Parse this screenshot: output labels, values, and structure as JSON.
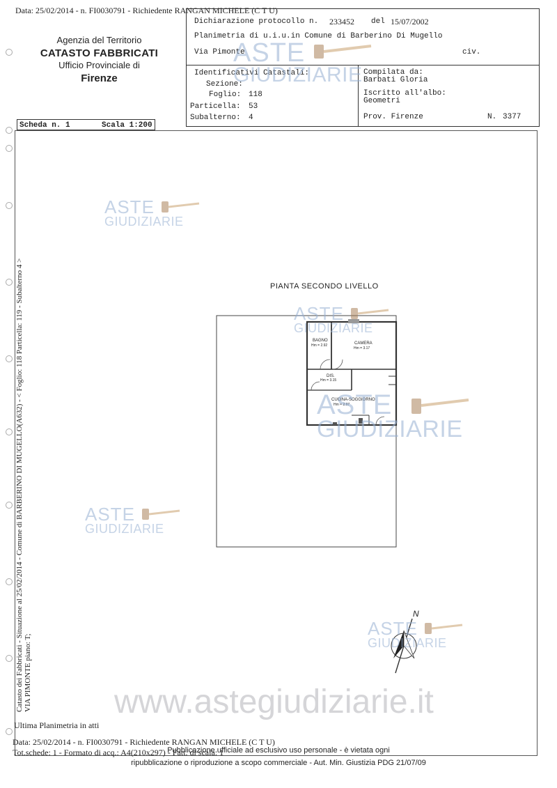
{
  "header_top": "Data: 25/02/2014 - n. FI0030791 - Richiedente RANGAN MICHELE (C T U)",
  "agency": {
    "line1": "Agenzia del Territorio",
    "line2": "CATASTO FABBRICATI",
    "line3": "Ufficio Provinciale di",
    "line4": "Firenze"
  },
  "form": {
    "dichiarazione_label": "Dichiarazione protocollo n.",
    "protocol_number": "233452",
    "del_label": "del",
    "date": "15/07/2002",
    "planimetria_line": "Planimetria di u.i.u.in Comune di Barberino Di Mugello",
    "via": "Via Pimonte",
    "civ_label": "civ.",
    "identificativi_label": "Identificativi Catastali:",
    "sezione_label": "Sezione:",
    "foglio_label": "Foglio:",
    "foglio": "118",
    "particella_label": "Particella:",
    "particella": "53",
    "subalterno_label": "Subalterno:",
    "subalterno": "4",
    "compilata_label": "Compilata da:",
    "compilata_name": "Barbati Gloria",
    "iscritto_label": "Iscritto all'albo:",
    "iscritto_value": "Geometri",
    "prov_label": "Prov. Firenze",
    "n_label": "N.",
    "n_value": "3377"
  },
  "scheda": {
    "label": "Scheda n. 1",
    "scala": "Scala 1:200"
  },
  "side_text_1": "Catasto dei Fabbricati - Situazione al 25/02/2014 - Comune di BARBERINO DI MUGELLO(A632) - < Foglio: 118 Particella: 119 - Subalterno 4 >",
  "side_text_2": "VIA PIMONTE piano: T;",
  "plan": {
    "title": "PIANTA SECONDO LIVELLO",
    "rooms": [
      {
        "name": "BAGNO",
        "height": "Hm = 2.92"
      },
      {
        "name": "CAMERA",
        "height": "Hm = 3.17"
      },
      {
        "name": "DIS.",
        "height": "Hm = 3.15"
      },
      {
        "name": "CUCINA-SOGGIORNO",
        "height": "Hm = 2.97"
      }
    ],
    "north": "N"
  },
  "watermark": {
    "line1": "ASTE",
    "line2": "GIUDIZIARIE",
    "website": "www.astegiudiziarie.it"
  },
  "footer": {
    "ultima": "Ultima Planimetria in atti",
    "data_line": "Data: 25/02/2014 - n. FI0030791 - Richiedente RANGAN MICHELE (C T U)",
    "tot_schede": "Tot.schede: 1 - Formato di acq.: A4(210x297) - Fatt. di scala: 1",
    "pub_line1": "Pubblicazione ufficiale ad esclusivo uso personale - è vietata ogni",
    "pub_line2": "ripubblicazione o riproduzione a scopo commerciale - Aut. Min. Giustizia PDG 21/07/09"
  }
}
